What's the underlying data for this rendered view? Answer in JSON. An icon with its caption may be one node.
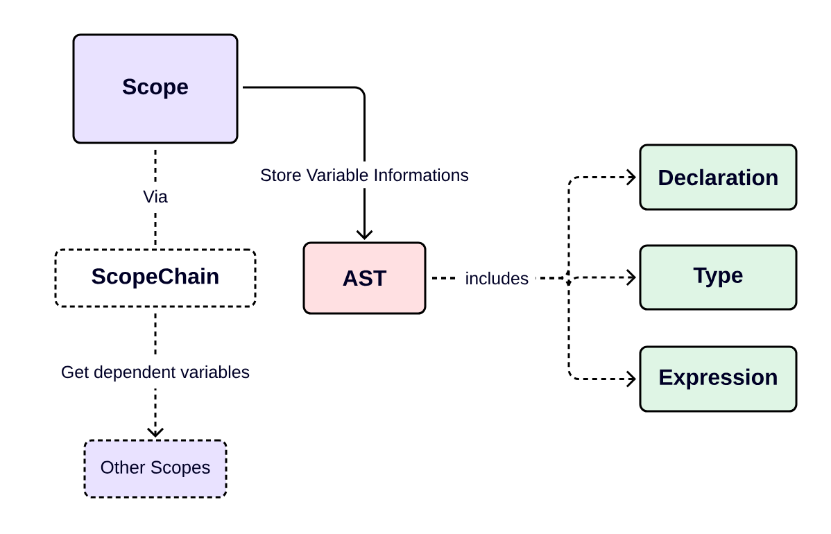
{
  "diagram": {
    "nodes": [
      {
        "text": [
          "Scope"
        ]
      },
      {
        "text": [
          "ScopeChain"
        ]
      },
      {
        "text": [
          "Other Scopes"
        ]
      },
      {
        "text": [
          "AST"
        ]
      },
      {
        "text": [
          "Declaration"
        ]
      },
      {
        "text": [
          "Type"
        ]
      },
      {
        "text": [
          "Expression"
        ]
      }
    ],
    "edges": [
      {
        "from": 0,
        "to": 1,
        "arrow": "none",
        "style": "dashed",
        "label": "Via"
      },
      {
        "from": 1,
        "to": 2,
        "arrow": "to",
        "style": "dashed",
        "label": "Get dependent variables"
      },
      {
        "from": 0,
        "to": 3,
        "arrow": "to",
        "label": "Store Variable Informations"
      },
      {
        "from": 3,
        "to": 4,
        "arrow": "to",
        "style": "dashed"
      },
      {
        "from": 3,
        "to": 5,
        "arrow": "to",
        "style": "dashed",
        "label": "includes"
      },
      {
        "from": 3,
        "to": 6,
        "arrow": "to",
        "style": "dashed"
      }
    ]
  }
}
